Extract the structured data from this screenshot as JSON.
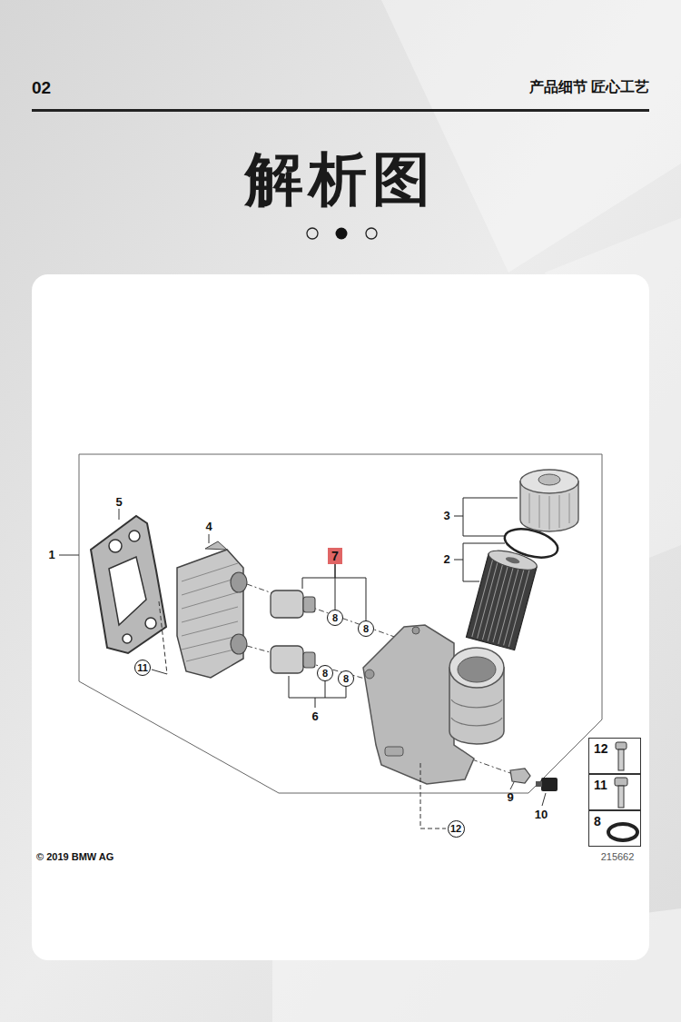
{
  "diagram": {
    "title": "解析图",
    "nodes": [
      {
        "text": [
          "7"
        ]
      },
      {
        "text": [
          "8"
        ]
      },
      {
        "text": [
          "8"
        ]
      },
      {
        "text": [
          "8"
        ]
      },
      {
        "text": [
          "8"
        ]
      },
      {
        "text": [
          "11"
        ]
      },
      {
        "text": [
          "12"
        ]
      },
      {
        "text": [
          "12"
        ]
      },
      {
        "text": [
          "11"
        ]
      },
      {
        "text": [
          "8"
        ]
      }
    ],
    "edges": [
      {
        "from": 0,
        "to": 1,
        "arrow": "none"
      },
      {
        "from": 0,
        "to": 2,
        "arrow": "none"
      }
    ],
    "labels": [
      "02",
      "产品细节 匠心工艺",
      "5",
      "1",
      "4",
      "3",
      "2",
      "6",
      "9",
      "10",
      "© 2019 BMW AG",
      "215662"
    ]
  }
}
